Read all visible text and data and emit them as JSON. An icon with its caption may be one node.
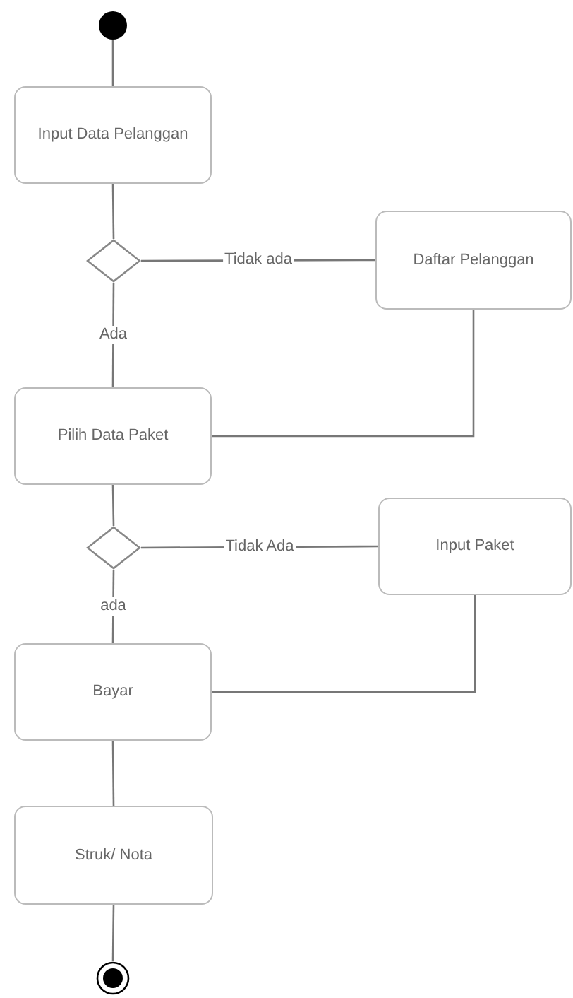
{
  "diagram": {
    "nodes": [
      {
        "text": [],
        "shape": "circle"
      },
      {
        "text": [
          "Input Data Pelanggan"
        ]
      },
      {
        "text": [],
        "shape": "diamond"
      },
      {
        "text": [
          "Daftar Pelanggan"
        ]
      },
      {
        "text": [
          "Pilih Data Paket"
        ]
      },
      {
        "text": [],
        "shape": "diamond"
      },
      {
        "text": [
          "Input Paket"
        ]
      },
      {
        "text": [
          "Bayar"
        ]
      },
      {
        "text": [
          "Struk/ Nota"
        ]
      },
      {
        "text": [],
        "shape": "bullseye"
      }
    ],
    "edges": [
      {
        "from": 0,
        "to": 1,
        "arrow": "none"
      },
      {
        "from": 1,
        "to": 2,
        "arrow": "none"
      },
      {
        "from": 2,
        "to": 3,
        "arrow": "none",
        "label": "Tidak ada"
      },
      {
        "from": 2,
        "to": 4,
        "arrow": "none",
        "label": "Ada"
      },
      {
        "from": 3,
        "to": 4,
        "arrow": "none"
      },
      {
        "from": 4,
        "to": 5,
        "arrow": "none"
      },
      {
        "from": 5,
        "to": 6,
        "arrow": "none",
        "label": "Tidak Ada"
      },
      {
        "from": 5,
        "to": 7,
        "arrow": "none",
        "label": "ada"
      },
      {
        "from": 6,
        "to": 7,
        "arrow": "none"
      },
      {
        "from": 7,
        "to": 8,
        "arrow": "none"
      },
      {
        "from": 8,
        "to": 9,
        "arrow": "none"
      }
    ]
  }
}
